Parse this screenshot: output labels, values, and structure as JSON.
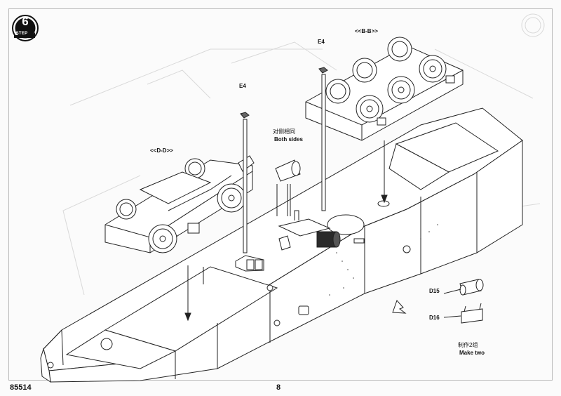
{
  "step": {
    "number": "6",
    "word": "STEP"
  },
  "labels": {
    "bb": "<<B-B>>",
    "dd": "<<D-D>>",
    "e4_right": "E4",
    "e4_left": "E4",
    "both_sides_cn": "对侧相同",
    "both_sides_en": "Both sides",
    "d15": "D15",
    "d16": "D16",
    "make_two_cn": "制作2组",
    "make_two_en": "Make two"
  },
  "footer": {
    "catalog_number": "85514",
    "page_number": "8"
  }
}
